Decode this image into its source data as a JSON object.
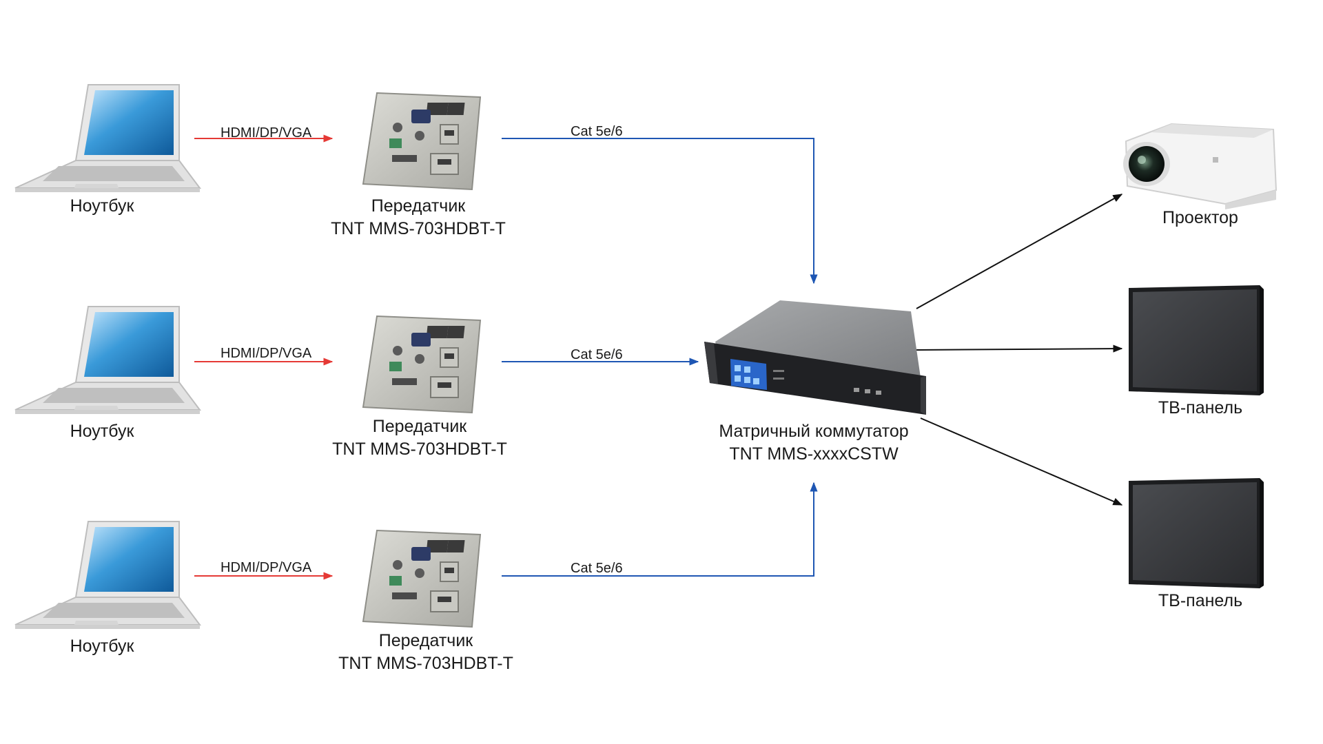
{
  "sources": [
    {
      "device": "Ноутбук",
      "link": "HDMI/DP/VGA"
    },
    {
      "device": "Ноутбук",
      "link": "HDMI/DP/VGA"
    },
    {
      "device": "Ноутбук",
      "link": "HDMI/DP/VGA"
    }
  ],
  "transmitters": [
    {
      "name": "Передатчик",
      "model": "TNT MMS-703HDBT-T",
      "link": "Cat 5e/6"
    },
    {
      "name": "Передатчик",
      "model": "TNT MMS-703HDBT-T",
      "link": "Cat 5e/6"
    },
    {
      "name": "Передатчик",
      "model": "TNT MMS-703HDBT-T",
      "link": "Cat 5e/6"
    }
  ],
  "switcher": {
    "name": "Матричный коммутатор",
    "model": "TNT MMS-xxxxCSTW"
  },
  "outputs": [
    {
      "device": "Проектор",
      "icon": "projector-icon"
    },
    {
      "device": "ТВ-панель",
      "icon": "tv-panel-icon"
    },
    {
      "device": "ТВ-панель",
      "icon": "tv-panel-icon"
    }
  ],
  "colors": {
    "source_link": "#e53935",
    "cat_link": "#1e56b3",
    "output_link": "#111111"
  }
}
